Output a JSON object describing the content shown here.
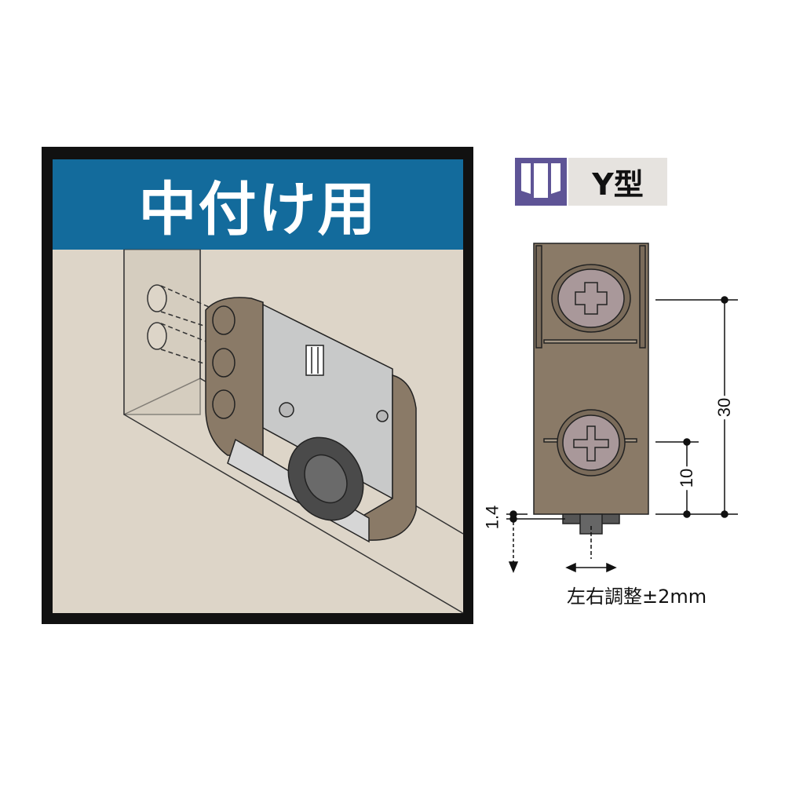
{
  "panel_title": "中付け用",
  "type_badge": {
    "label": "Y型",
    "icon": "y-type-profile-icon",
    "icon_color": "#5e5496"
  },
  "dimensions": {
    "overall": "30",
    "lower": "10",
    "offset": "1.4"
  },
  "adjustment_caption": "左右調整±2mm",
  "colors": {
    "header_blue": "#136b9c",
    "wall_beige": "#ddd5c8",
    "roller_bronze": "#8a7a67",
    "frame": "#111111"
  }
}
